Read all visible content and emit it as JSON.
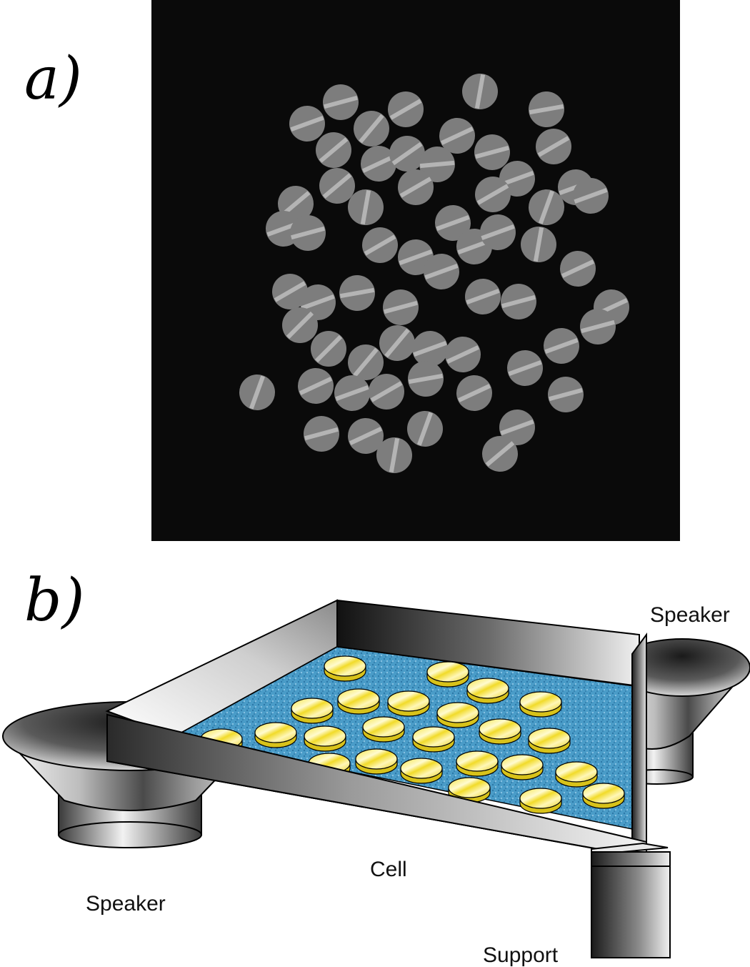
{
  "panels": {
    "a": {
      "label": "a)"
    },
    "b": {
      "label": "b)"
    }
  },
  "labels": {
    "speaker_right": "Speaker",
    "speaker_left": "Speaker",
    "cell": "Cell",
    "support": "Support"
  },
  "colors": {
    "photo_background": "#0a0a0a",
    "disk_gray": "#7d7d7d",
    "disk_stripe": "#b4b4b4",
    "cell_floor": "#4a9cc8",
    "disk_yellow": "#f3e23a",
    "disk_highlight": "#fffbd0"
  }
}
